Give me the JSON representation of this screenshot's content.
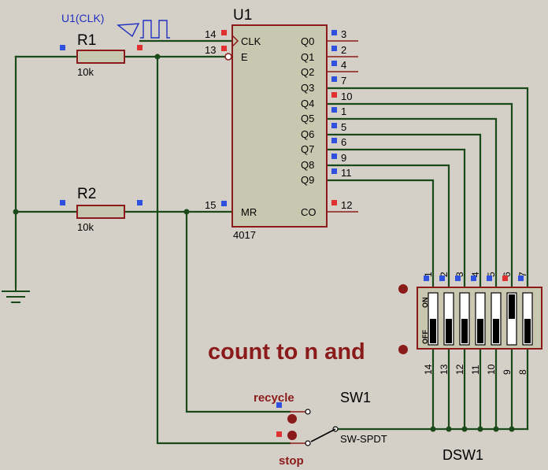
{
  "probe": {
    "label": "U1(CLK)"
  },
  "r1": {
    "ref": "R1",
    "value": "10k"
  },
  "r2": {
    "ref": "R2",
    "value": "10k"
  },
  "u1": {
    "ref": "U1",
    "part": "4017",
    "left_pins": [
      {
        "num": "14",
        "name": "CLK"
      },
      {
        "num": "13",
        "name": "E"
      },
      {
        "num": "15",
        "name": "MR"
      }
    ],
    "right_pins": [
      {
        "name": "Q0",
        "num": "3"
      },
      {
        "name": "Q1",
        "num": "2"
      },
      {
        "name": "Q2",
        "num": "4"
      },
      {
        "name": "Q3",
        "num": "7"
      },
      {
        "name": "Q4",
        "num": "10"
      },
      {
        "name": "Q5",
        "num": "1"
      },
      {
        "name": "Q6",
        "num": "5"
      },
      {
        "name": "Q7",
        "num": "6"
      },
      {
        "name": "Q8",
        "num": "9"
      },
      {
        "name": "Q9",
        "num": "11"
      },
      {
        "name": "CO",
        "num": "12"
      }
    ]
  },
  "dsw1": {
    "ref": "DSW1",
    "top_pins": [
      "1",
      "2",
      "3",
      "4",
      "5",
      "6",
      "7"
    ],
    "bottom_pins": [
      "14",
      "13",
      "12",
      "11",
      "10",
      "9",
      "8"
    ],
    "on_label": "ON",
    "off_label": "OFF",
    "switch_states": [
      "off",
      "off",
      "off",
      "off",
      "off",
      "on",
      "off"
    ]
  },
  "sw1": {
    "ref": "SW1",
    "part": "SW-SPDT",
    "recycle_label": "recycle",
    "stop_label": "stop"
  },
  "annotation": "count to n and",
  "colors": {
    "wire": "#1a4a1a",
    "component": "#8b1a1a",
    "body_fill": "#c8c8b0",
    "pin_red": "#e03030",
    "pin_blue": "#3050e0"
  }
}
